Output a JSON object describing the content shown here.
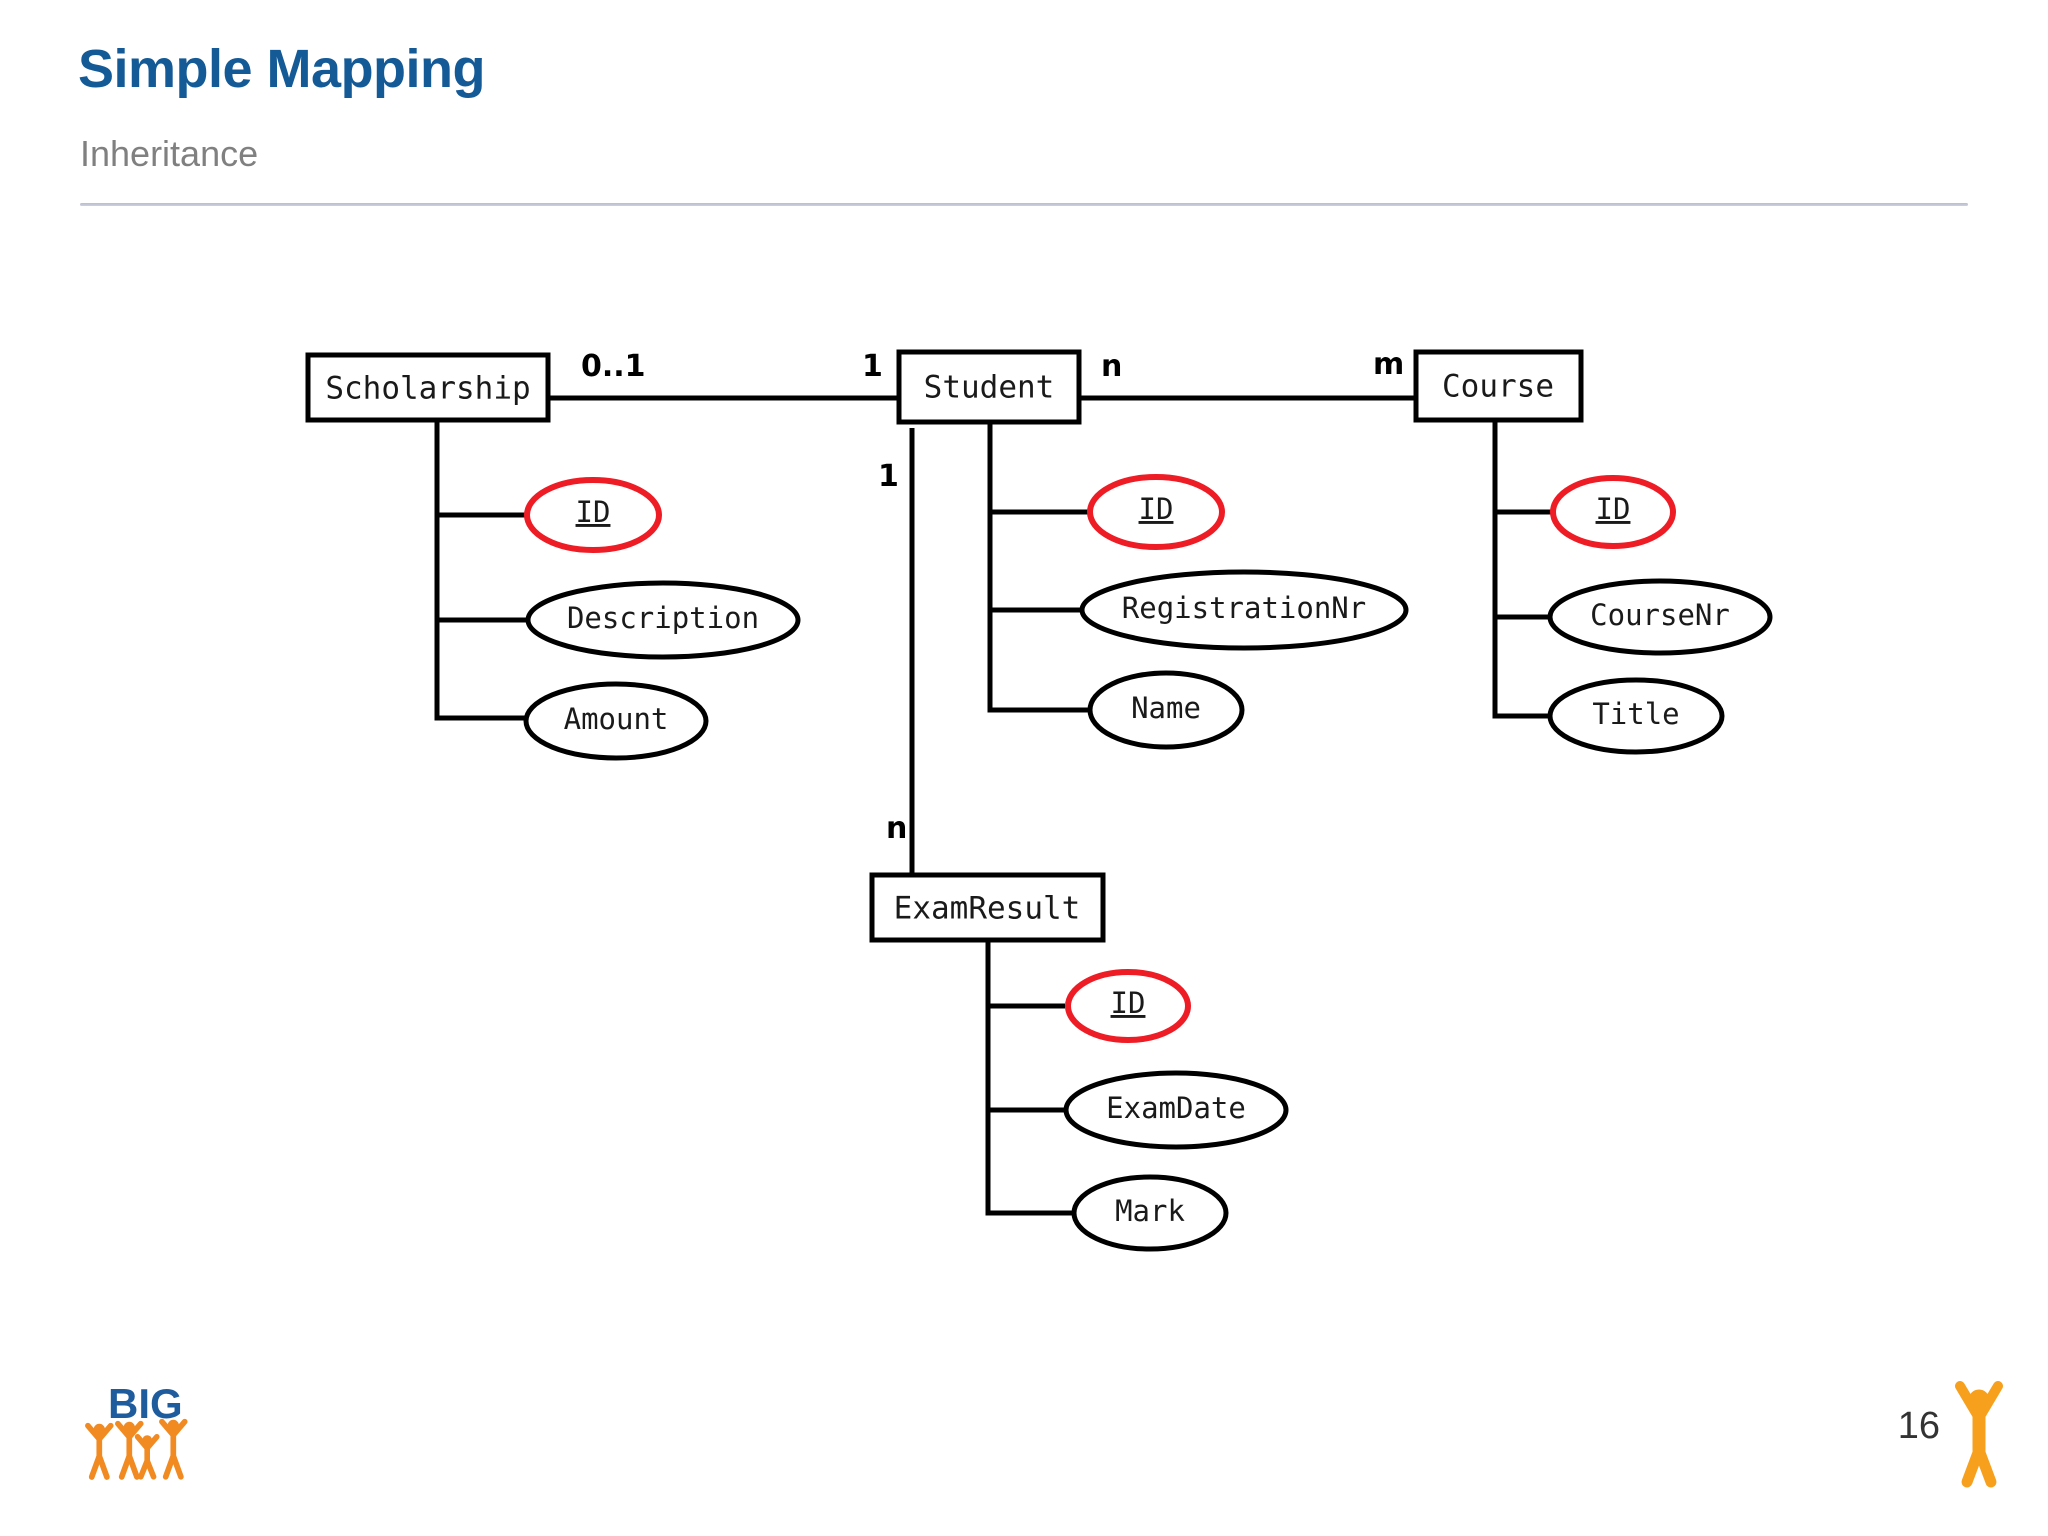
{
  "header": {
    "title": "Simple Mapping",
    "subtitle": "Inheritance",
    "title_color": "#145a96",
    "subtitle_color": "#808080",
    "divider_color": "#b9bdd0"
  },
  "footer": {
    "logo_text": "BIG",
    "logo_text_color": "#1f5c9e",
    "logo_figure_color": "#f18a21",
    "page_number": "16"
  },
  "diagram": {
    "type": "entity-relationship",
    "primary_key_color": "#ee1c25",
    "line_color": "#000000",
    "entities": [
      {
        "name": "Scholarship",
        "attributes": [
          {
            "label": "ID",
            "is_key": true
          },
          {
            "label": "Description",
            "is_key": false
          },
          {
            "label": "Amount",
            "is_key": false
          }
        ]
      },
      {
        "name": "Student",
        "attributes": [
          {
            "label": "ID",
            "is_key": true
          },
          {
            "label": "RegistrationNr",
            "is_key": false
          },
          {
            "label": "Name",
            "is_key": false
          }
        ]
      },
      {
        "name": "Course",
        "attributes": [
          {
            "label": "ID",
            "is_key": true
          },
          {
            "label": "CourseNr",
            "is_key": false
          },
          {
            "label": "Title",
            "is_key": false
          }
        ]
      },
      {
        "name": "ExamResult",
        "attributes": [
          {
            "label": "ID",
            "is_key": true
          },
          {
            "label": "ExamDate",
            "is_key": false
          },
          {
            "label": "Mark",
            "is_key": false
          }
        ]
      }
    ],
    "relationships": [
      {
        "from": "Scholarship",
        "to": "Student",
        "from_cardinality": "0..1",
        "to_cardinality": "1"
      },
      {
        "from": "Student",
        "to": "Course",
        "from_cardinality": "n",
        "to_cardinality": "m"
      },
      {
        "from": "Student",
        "to": "ExamResult",
        "from_cardinality": "1",
        "to_cardinality": "n"
      }
    ],
    "cardinality_labels": {
      "scholarship_side": "0..1",
      "student_left": "1",
      "student_right": "n",
      "course_left": "m",
      "student_down": "1",
      "examresult_up": "n"
    }
  }
}
